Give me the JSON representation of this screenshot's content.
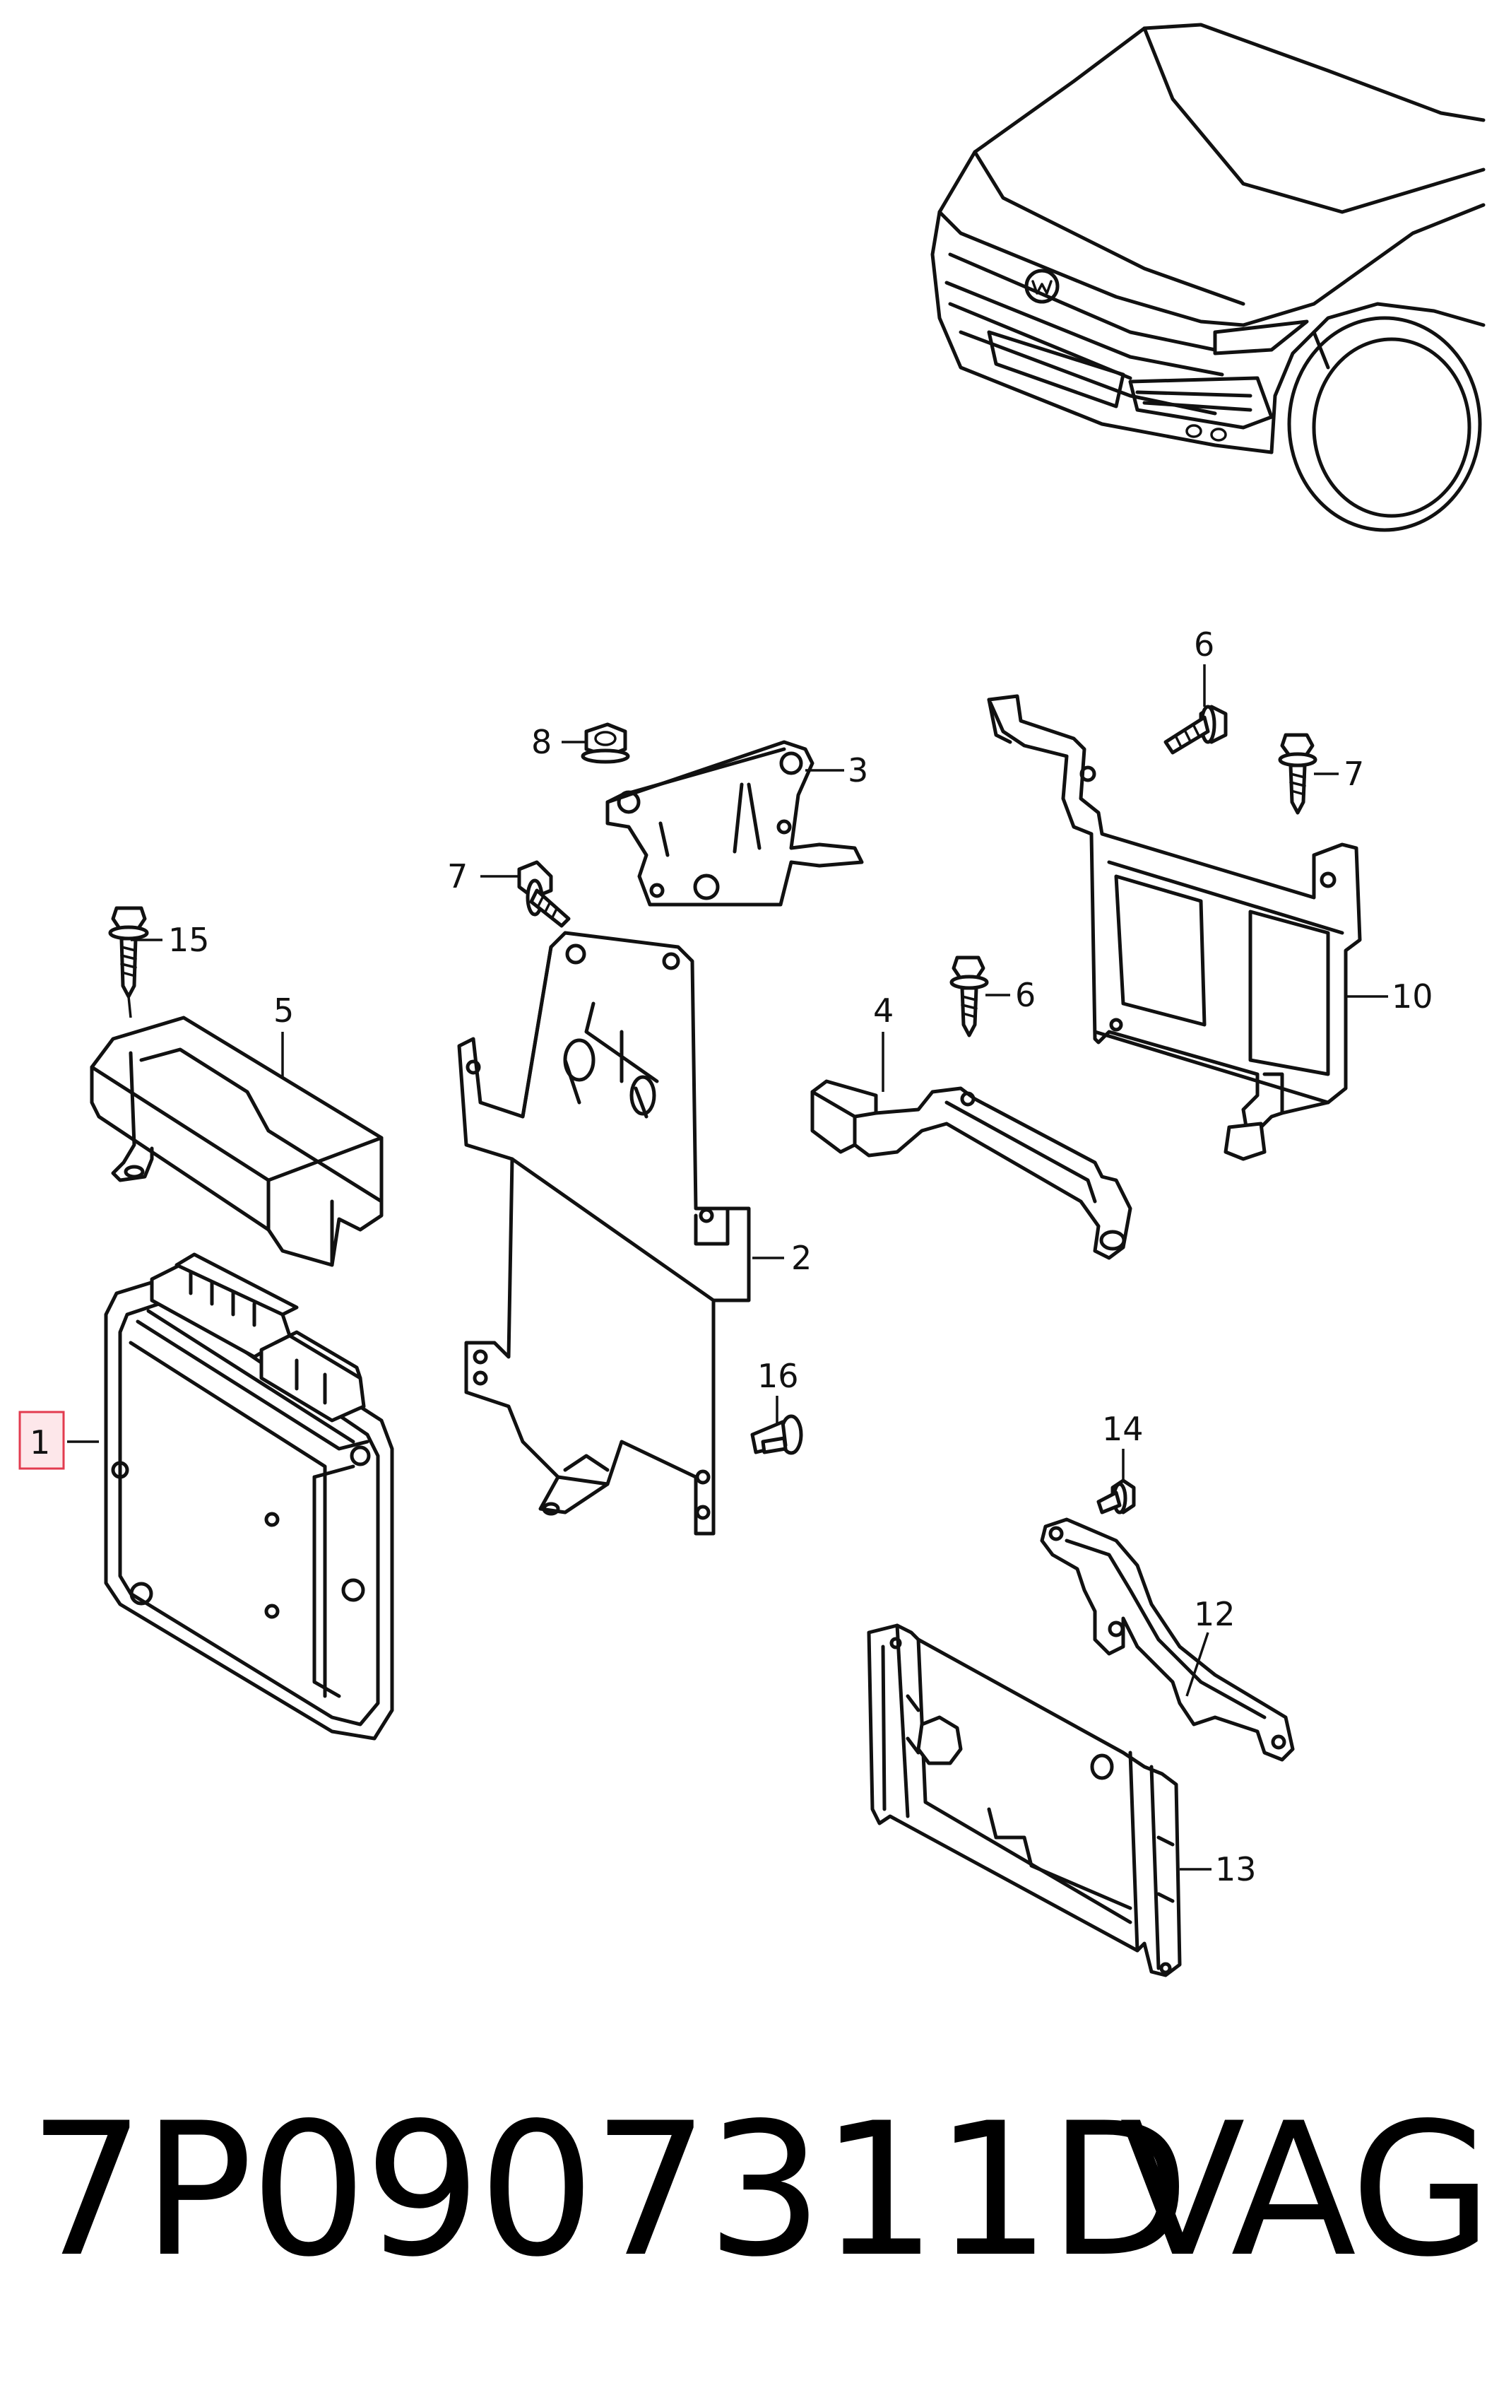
{
  "callouts": {
    "c1": "1",
    "c2": "2",
    "c3": "3",
    "c4": "4",
    "c5": "5",
    "c6a": "6",
    "c6b": "6",
    "c7a": "7",
    "c7b": "7",
    "c8": "8",
    "c10": "10",
    "c12": "12",
    "c13": "13",
    "c14": "14",
    "c15": "15",
    "c16": "16"
  },
  "highlighted_callout": "1",
  "highlight_color": "#e23b4f",
  "footer": {
    "part_number": "7P0907311D",
    "brand": "VAG"
  }
}
